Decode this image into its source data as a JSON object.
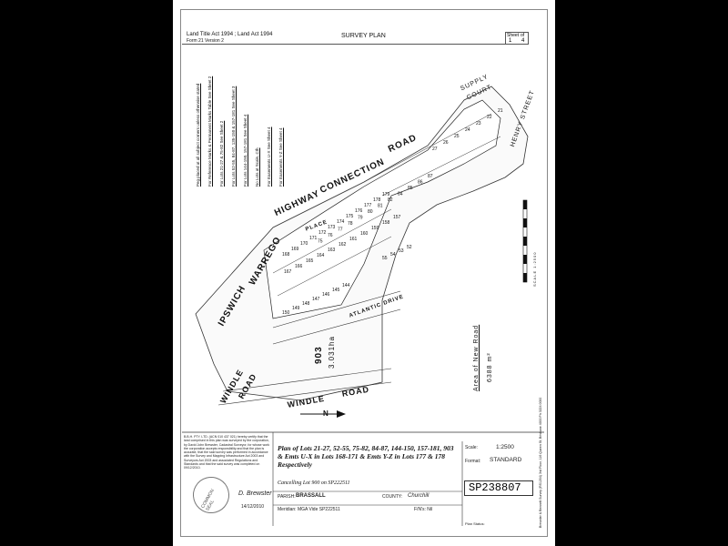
{
  "header": {
    "act_line1": "Land Title Act 1994 ; Land Act 1994",
    "act_line2": "Form 21 Version 2",
    "title": "SURVEY PLAN",
    "sheet_label": "Sheet",
    "sheet_of": "of",
    "sheet_num": "1",
    "sheet_total": "4"
  },
  "side_notes": [
    "Peg placed at all subject corners unless otherwise stated",
    "For Reference Marks & Permanent Marks Table See Sheet 2",
    "For Lots 21-27 & 75-82 See Sheet 2",
    "For Lots 52-55, 84-87, 135-150 & 157-181 See Sheet 3",
    "For Lots 144-150, 157-181 See Sheet 4",
    "No Lots at Scale, Cth",
    "For Easements U-X See Sheet 4",
    "For Easements Y-Z See Sheet 4"
  ],
  "streets": {
    "hwy1": "IPSWICH",
    "hwy2": "WARREGO",
    "hwy3": "HIGHWAY",
    "hwy4": "CONNECTION",
    "hwy5": "ROAD",
    "windle1": "WINDLE",
    "windle1b": "ROAD",
    "windle2": "WINDLE",
    "windle2b": "ROAD",
    "supply1": "SUPPLY",
    "supply2": "COURT",
    "henry": "HENRY STREET",
    "atlantic": "ATLANTIC DRIVE",
    "place": "PLACE"
  },
  "lot903": {
    "num": "903",
    "area": "3.031ha"
  },
  "new_road": {
    "label": "Area of New Road",
    "value": "6388 m²"
  },
  "north": "N",
  "scale_label": "SCALE 1:2500",
  "certify": "B.B.H. PTY. LTD. (ACN 010 437 021) hereby certify that the land comprised in this plan was surveyed by the corporation, by David John Brewster, Cadastral Surveyor, for whose work the corporation accepts responsibility and that the plan is accurate, that the said survey was performed in accordance with the Survey and Mapping Infrastructure Act 2003 and Surveyors Act 2003 and associated Regulations and Standards and that the said survey was completed on 09/12/2010.",
  "signature": "D. Brewster",
  "sign_date": "14/12/2010",
  "seal": "COMMON SEAL",
  "plan_title": "Plan of Lots 21-27, 52-55, 75-82, 84-87, 144-150, 157-181, 903 & Emts U-X in Lots 168-171 & Emts Y-Z in Lots 177 & 178 Respectively",
  "cancelling": "Cancelling Lot 900 on SP222511",
  "parish_label": "PARISH:",
  "parish": "BRASSALL",
  "county_label": "COUNTY:",
  "county": "Churchill",
  "meridian": "Meridian: MGA Vide SP222511",
  "fna": "F/N's: Nil",
  "scale_k": "Scale:",
  "scale_v": "1:2500",
  "format_k": "Format:",
  "format_v": "STANDARD",
  "plan_no": "SP238807",
  "plan_status": "Plan Status:",
  "right_margin": "Brewster & Bennett Survey (RS1204) 3rd Floor, 116 Queen St, Brisbane 4000 Ph 3224 0000",
  "lots_main": [
    "179",
    "178",
    "177",
    "176",
    "175",
    "174",
    "173",
    "172",
    "171",
    "170",
    "169",
    "168",
    "167",
    "166",
    "165",
    "164",
    "163",
    "162",
    "161",
    "160",
    "159",
    "158",
    "157"
  ],
  "lots_mid": [
    "87",
    "86",
    "85",
    "84",
    "82",
    "81",
    "80",
    "79",
    "78",
    "77",
    "76",
    "75"
  ],
  "lots_low": [
    "150",
    "149",
    "148",
    "147",
    "146",
    "145",
    "144",
    "55",
    "54",
    "53",
    "52"
  ],
  "lots_top": [
    "27",
    "26",
    "25",
    "24",
    "23",
    "22",
    "21"
  ]
}
